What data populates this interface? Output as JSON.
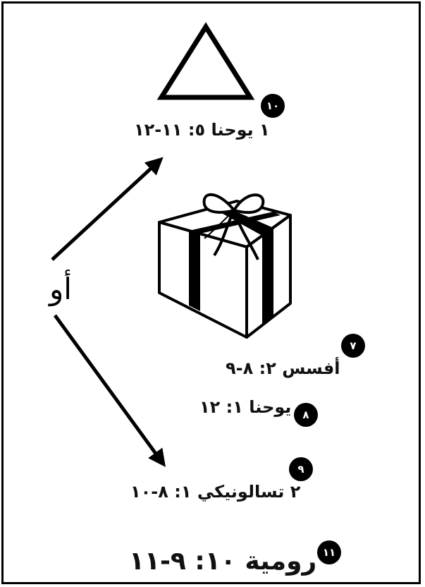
{
  "connector": "أو",
  "refs": [
    {
      "number": "١٠",
      "text": "١ يوحنا ٥: ١١-١٢"
    },
    {
      "number": "٧",
      "text": "أفسس ٢: ٨-٩"
    },
    {
      "number": "٨",
      "text": "يوحنا ١: ١٢"
    },
    {
      "number": "٩",
      "text": "٢ تسالونيكي ١: ٨-١٠"
    },
    {
      "number": "١١",
      "text": "رومية ١٠: ٩-١١"
    }
  ]
}
